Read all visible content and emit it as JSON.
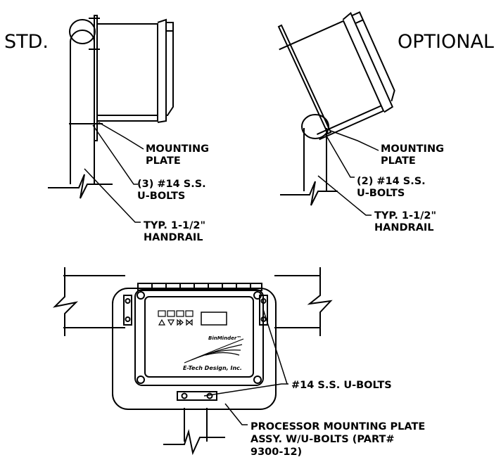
{
  "views": {
    "standard": {
      "title": "STD.",
      "labels": {
        "mounting_plate": [
          "MOUNTING",
          "PLATE"
        ],
        "u_bolts": [
          "(3) #14 S.S.",
          "U-BOLTS"
        ],
        "handrail": [
          "TYP. 1-1/2\"",
          "HANDRAIL"
        ]
      }
    },
    "optional": {
      "title": "OPTIONAL",
      "labels": {
        "mounting_plate": [
          "MOUNTING",
          "PLATE"
        ],
        "u_bolts": [
          "(2) #14 S.S.",
          "U-BOLTS"
        ],
        "handrail": [
          "TYP. 1-1/2\"",
          "HANDRAIL"
        ]
      }
    },
    "front": {
      "u_bolts_label": "#14 S.S. U-BOLTS",
      "assembly_label": [
        "PROCESSOR MOUNTING PLATE",
        "ASSY. W/U-BOLTS (PART#",
        "9300-12)"
      ],
      "device": {
        "brand": "BinMinder™",
        "maker_logo": "E-Tech Design, Inc."
      }
    }
  },
  "colors": {
    "line": "#000000",
    "background": "#ffffff"
  }
}
